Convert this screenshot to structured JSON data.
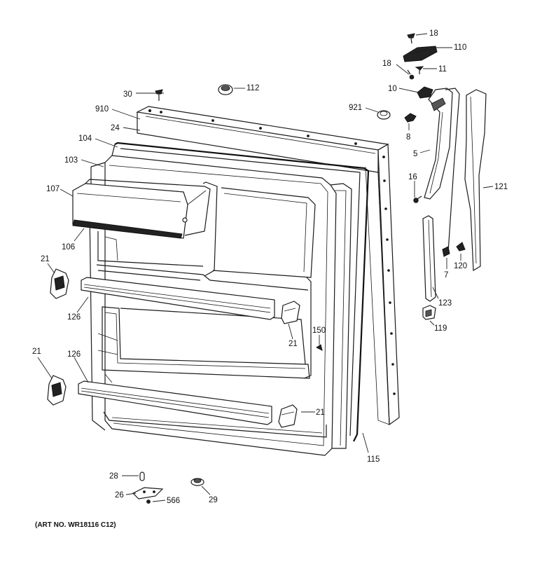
{
  "diagram": {
    "caption": "(ART NO. WR18116 C12)",
    "callouts": {
      "c18a": "18",
      "c110": "110",
      "c18b": "18",
      "c11": "11",
      "c30": "30",
      "c112": "112",
      "c10": "10",
      "c910": "910",
      "c921": "921",
      "c24": "24",
      "c8": "8",
      "c104": "104",
      "c5": "5",
      "c103": "103",
      "c16": "16",
      "c121": "121",
      "c107": "107",
      "c106": "106",
      "c120": "120",
      "c7": "7",
      "c21a": "21",
      "c123": "123",
      "c126a": "126",
      "c119": "119",
      "c150": "150",
      "c21b": "21",
      "c21c": "21",
      "c126b": "126",
      "c21d": "21",
      "c115": "115",
      "c28": "28",
      "c26": "26",
      "c566": "566",
      "c29": "29"
    }
  }
}
